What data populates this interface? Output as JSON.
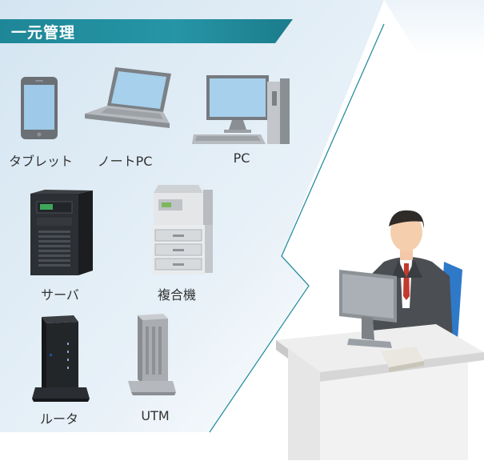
{
  "banner": {
    "title": "一元管理"
  },
  "devices": {
    "tablet": {
      "label": "タブレット",
      "icon": "tablet-icon"
    },
    "laptop": {
      "label": "ノートPC",
      "icon": "laptop-icon"
    },
    "desktop": {
      "label": "PC",
      "icon": "desktop-pc-icon"
    },
    "server": {
      "label": "サーバ",
      "icon": "server-icon"
    },
    "mfp": {
      "label": "複合機",
      "icon": "printer-icon"
    },
    "router": {
      "label": "ルータ",
      "icon": "router-icon"
    },
    "utm": {
      "label": "UTM",
      "icon": "utm-appliance-icon"
    }
  },
  "colors": {
    "accent": "#1e8797",
    "background_left": "#dbe9f3",
    "divider": "#1e8797"
  }
}
